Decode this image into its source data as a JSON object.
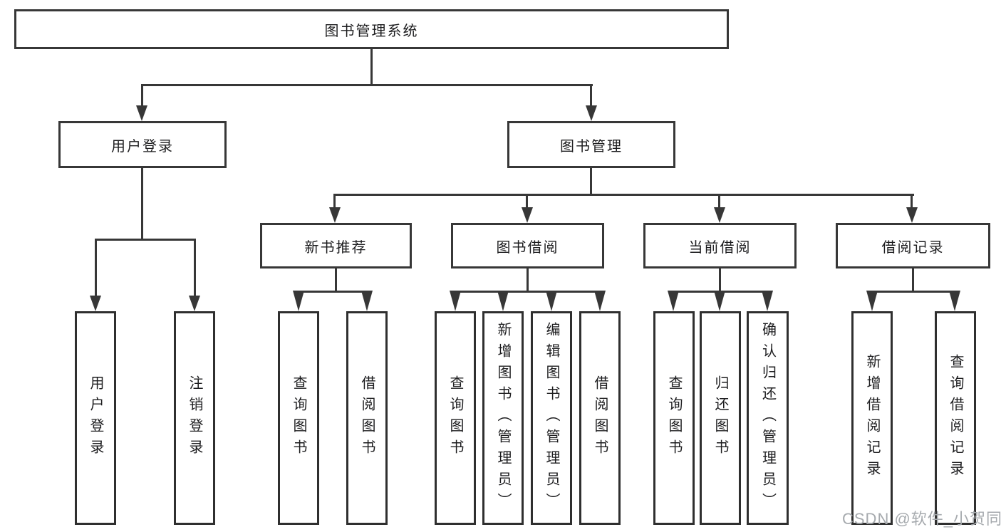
{
  "diagram": {
    "root": {
      "label": "图书管理系统"
    },
    "level2": [
      {
        "label": "用户登录"
      },
      {
        "label": "图书管理"
      }
    ],
    "level3": [
      {
        "label": "新书推荐"
      },
      {
        "label": "图书借阅"
      },
      {
        "label": "当前借阅"
      },
      {
        "label": "借阅记录"
      }
    ],
    "leaves": [
      {
        "label": "用户登录"
      },
      {
        "label": "注销登录"
      },
      {
        "label": "查询图书"
      },
      {
        "label": "借阅图书"
      },
      {
        "label": "查询图书"
      },
      {
        "label": "新增图书（管理员）"
      },
      {
        "label": "编辑图书（管理员）"
      },
      {
        "label": "借阅图书"
      },
      {
        "label": "查询图书"
      },
      {
        "label": "归还图书"
      },
      {
        "label": "确认归还（管理员）"
      },
      {
        "label": "新增借阅记录"
      },
      {
        "label": "查询借阅记录"
      }
    ],
    "watermark": "CSDN @软件_小贺同学",
    "line_color": "#373737",
    "background_color": "#ffffff"
  }
}
